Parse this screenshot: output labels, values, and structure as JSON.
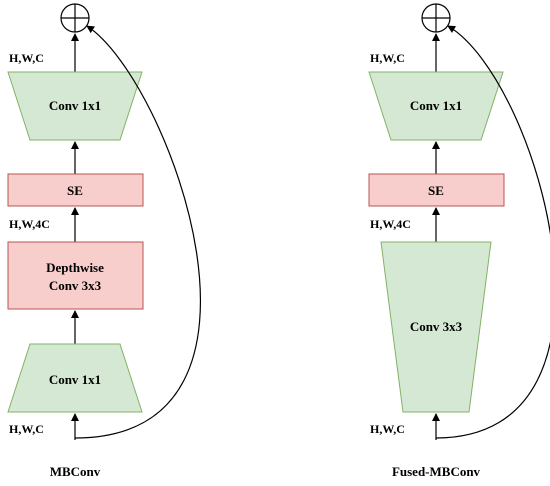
{
  "mbconv": {
    "dim_top": "H,W,C",
    "conv_top": "Conv 1x1",
    "se": "SE",
    "dim_mid": "H,W,4C",
    "depthwise_line1": "Depthwise",
    "depthwise_line2": "Conv 3x3",
    "conv_bottom": "Conv 1x1",
    "dim_bottom": "H,W,C",
    "caption": "MBConv"
  },
  "fused": {
    "dim_top": "H,W,C",
    "conv_top": "Conv 1x1",
    "se": "SE",
    "dim_mid": "H,W,4C",
    "conv_big": "Conv 3x3",
    "dim_bottom": "H,W,C",
    "caption": "Fused-MBConv"
  },
  "colors": {
    "green_fill": "#d5e8d4",
    "green_stroke": "#82b366",
    "red_fill": "#f8cecc",
    "red_stroke": "#b85450"
  }
}
